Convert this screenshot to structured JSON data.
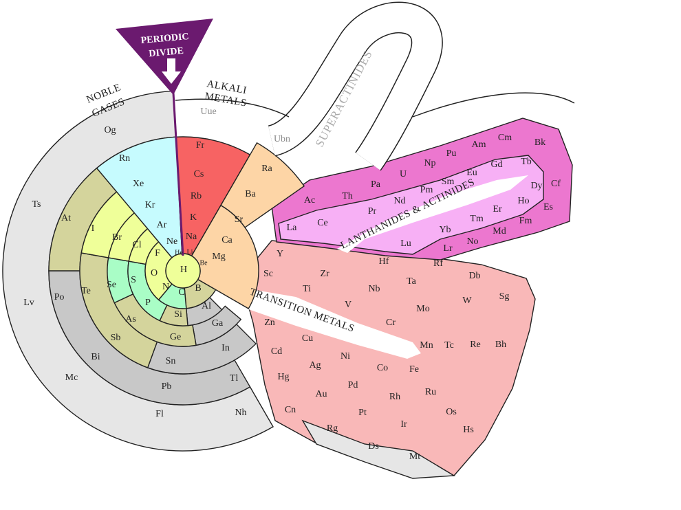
{
  "title": {
    "line1": "PERIODIC",
    "line2": "DIVIDE"
  },
  "group_labels": {
    "noble_gases": [
      "NOBLE",
      "GASES"
    ],
    "alkali_metals": [
      "ALKALI",
      "METALS"
    ],
    "transition_metals": "TRANSITION METALS",
    "lanthanides_actinides": "LANTHANIDES & ACTINIDES",
    "superactinides": "SUPERACTINIDES"
  },
  "colors": {
    "divide": "#6b1a6f",
    "noble_outer": "#e6e6e6",
    "post_transition": "#c8c8c8",
    "noble_inner": "#c6fbfe",
    "alkali": "#f76363",
    "alkaline_earth": "#fdd5a6",
    "halogen": "#efff99",
    "metalloid": "#d4d49c",
    "nonmetal": "#a9fdc6",
    "transition": "#f9b8b8",
    "lanthanide": "#f7b0f5",
    "actinide": "#ec77cf"
  },
  "elements": [
    "Uue",
    "Ubn",
    "Og",
    "Rn",
    "Xe",
    "Kr",
    "Ar",
    "Ne",
    "He",
    "Fr",
    "Cs",
    "Rb",
    "K",
    "Na",
    "Li",
    "Be",
    "H",
    "Mg",
    "Ca",
    "Sr",
    "Ba",
    "Ra",
    "Ts",
    "At",
    "I",
    "Br",
    "Cl",
    "F",
    "O",
    "N",
    "C",
    "B",
    "S",
    "Se",
    "P",
    "Te",
    "As",
    "Po",
    "Sb",
    "Si",
    "Al",
    "Ge",
    "Ga",
    "Lv",
    "Bi",
    "Sn",
    "In",
    "Mc",
    "Pb",
    "Tl",
    "Fl",
    "Nh",
    "Zn",
    "Cu",
    "Ni",
    "Co",
    "Fe",
    "Cd",
    "Ag",
    "Pd",
    "Rh",
    "Ru",
    "Hg",
    "Au",
    "Pt",
    "Ir",
    "Os",
    "Hs",
    "Cn",
    "Rg",
    "Ds",
    "Mt",
    "Y",
    "Sc",
    "Ti",
    "V",
    "Cr",
    "Mn",
    "Tc",
    "Re",
    "Bh",
    "Zr",
    "Nb",
    "Mo",
    "W",
    "Sg",
    "Hf",
    "Ta",
    "Db",
    "Rf",
    "La",
    "Ce",
    "Pr",
    "Nd",
    "Pm",
    "Sm",
    "Eu",
    "Gd",
    "Tb",
    "Dy",
    "Ho",
    "Er",
    "Tm",
    "Yb",
    "Lu",
    "Ac",
    "Th",
    "Pa",
    "U",
    "Np",
    "Pu",
    "Am",
    "Cm",
    "Bk",
    "Cf",
    "Es",
    "Fm",
    "Md",
    "Lr",
    "No"
  ]
}
